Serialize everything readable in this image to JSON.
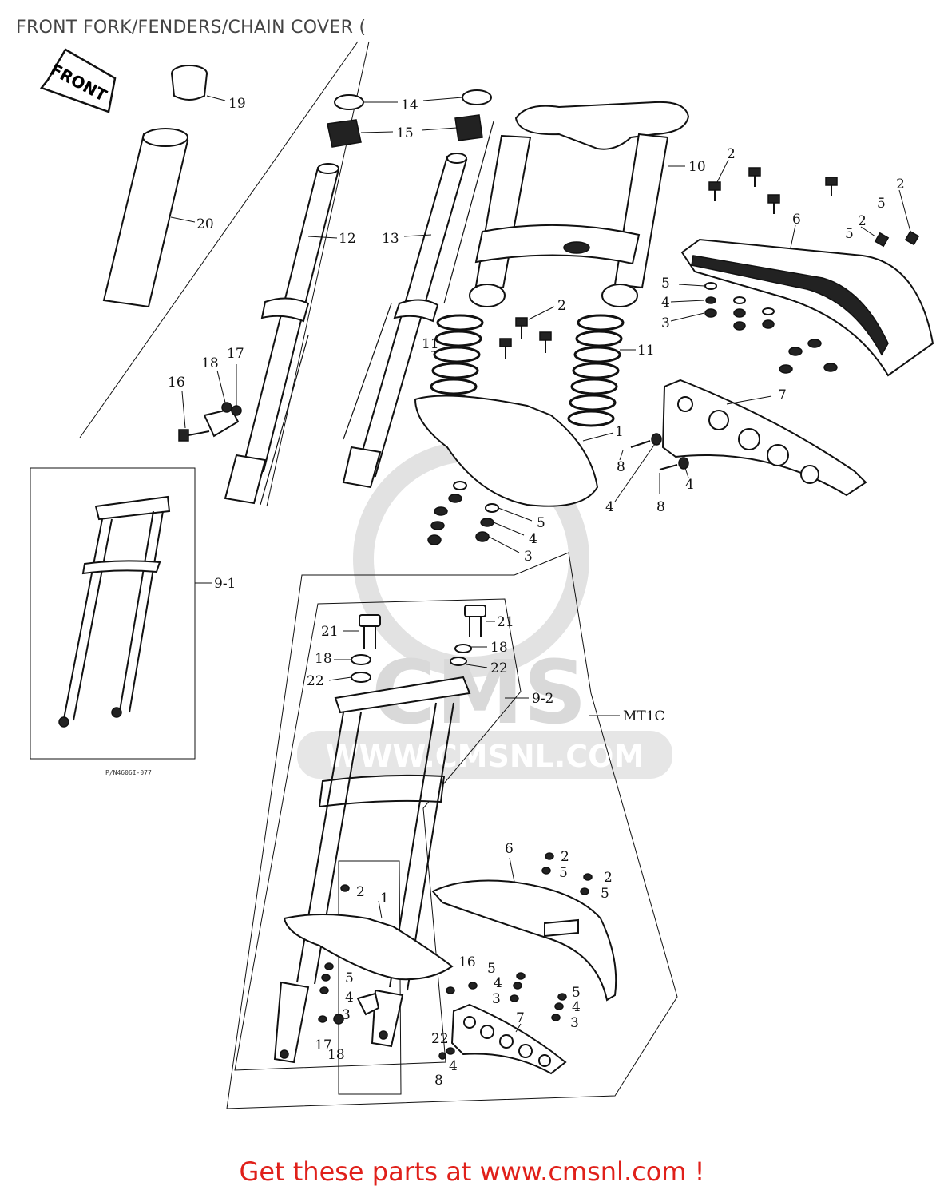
{
  "title": "FRONT FORK/FENDERS/CHAIN COVER (",
  "footer": "Get these parts at www.cmsnl.com !",
  "front_arrow_label": "FRONT",
  "watermark": {
    "main": "CMS",
    "url": "WWW.CMSNL.COM"
  },
  "inset_caption": "P/N4606I-077",
  "callouts": {
    "c19": "19",
    "c14": "14",
    "c15": "15",
    "c10": "10",
    "c20": "20",
    "c12": "12",
    "c13": "13",
    "c2a": "2",
    "c2b": "2",
    "c2c": "2",
    "c2d": "2",
    "c5a": "5",
    "c5b": "5",
    "c6a": "6",
    "c5c": "5",
    "c4a": "4",
    "c3a": "3",
    "c11a": "11",
    "c11b": "11",
    "c7a": "7",
    "c1a": "1",
    "c8a": "8",
    "c8b": "8",
    "c4b": "4",
    "c4c": "4",
    "c16a": "16",
    "c18a": "18",
    "c17a": "17",
    "c5d": "5",
    "c4d": "4",
    "c3b": "3",
    "c91": "9-1",
    "c21a": "21",
    "c21b": "21",
    "c18b": "18",
    "c18c": "18",
    "c22a": "22",
    "c22b": "22",
    "c92": "9-2",
    "cmt": "MT1C",
    "c6b": "6",
    "c2e": "2",
    "c5e": "5",
    "c2f": "2",
    "c5f": "5",
    "c2g": "2",
    "c1b": "1",
    "c5g": "5",
    "c4e": "4",
    "c3c": "3",
    "c17b": "17",
    "c18d": "18",
    "c16b": "16",
    "c5h": "5",
    "c4f": "4",
    "c3d": "3",
    "c5i": "5",
    "c4g": "4",
    "c3e": "3",
    "c7b": "7",
    "c22c": "22",
    "c4h": "4",
    "c8c": "8"
  }
}
